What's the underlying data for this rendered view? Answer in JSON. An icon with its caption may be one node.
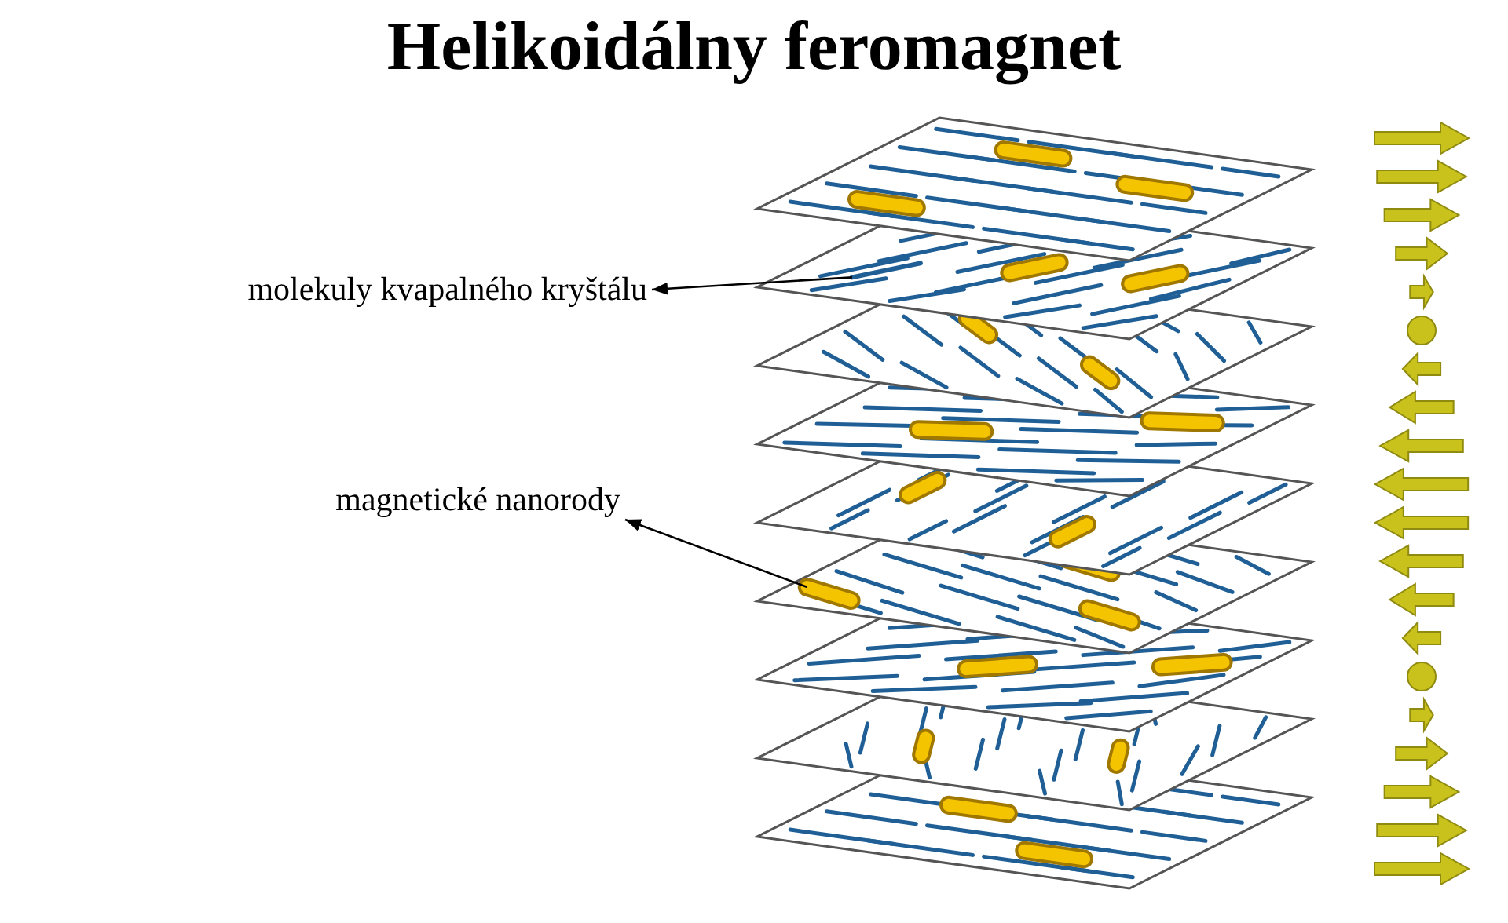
{
  "diagram": {
    "title": "Helikoidálny feromagnet",
    "nodes": [
      {
        "text": [
          "molekuly kvapalného kryštálu"
        ]
      },
      {
        "text": [],
        "shape": "bar"
      },
      {
        "text": [
          "magnetické nanorody"
        ]
      },
      {
        "text": [],
        "shape": "bar"
      }
    ],
    "edges": [
      {
        "from": 1,
        "to": 0,
        "arrow": "to"
      },
      {
        "from": 3,
        "to": 2,
        "arrow": "to"
      }
    ]
  }
}
